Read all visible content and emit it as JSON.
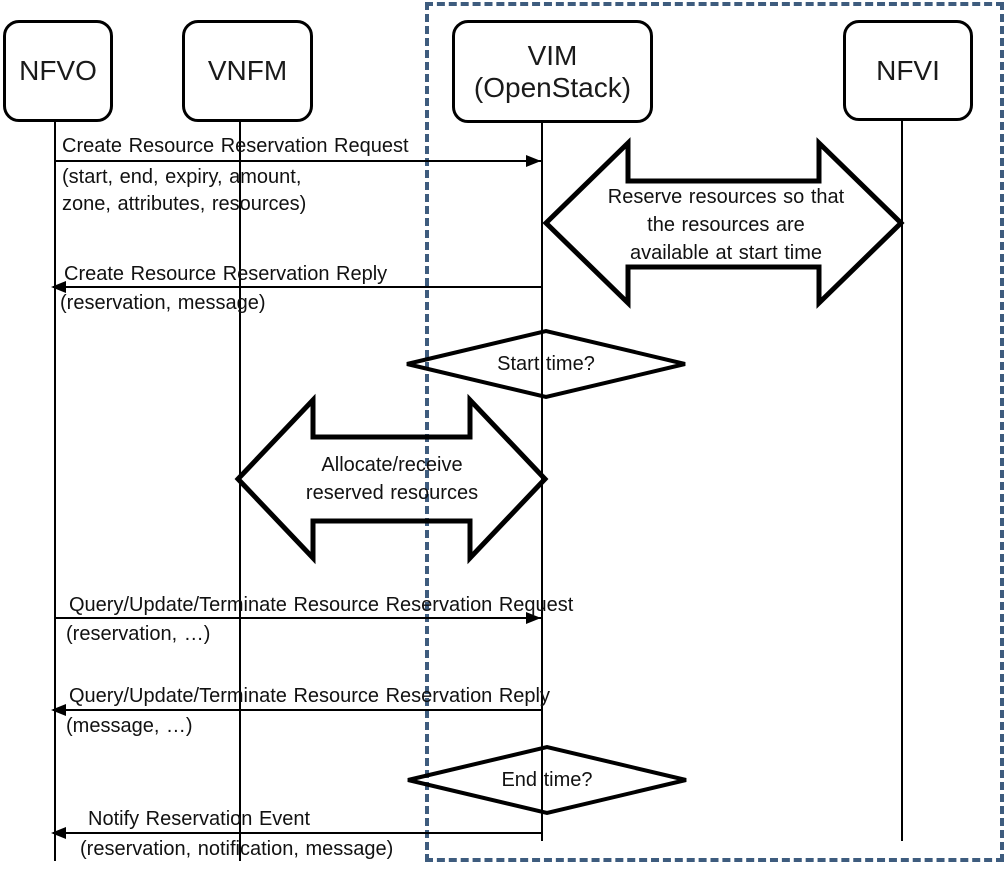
{
  "actors": [
    {
      "label": "NFVO"
    },
    {
      "label": "VNFM"
    },
    {
      "label": "VIM\n(OpenStack)"
    },
    {
      "label": "NFVI"
    }
  ],
  "messages": [
    {
      "title": "Create Resource Reservation Request",
      "params": "(start, end, expiry, amount,\nzone, attributes, resources)",
      "from": "NFVO",
      "to": "VIM",
      "direction": "right"
    },
    {
      "title": "Create Resource Reservation Reply",
      "params": "(reservation, message)",
      "from": "VIM",
      "to": "NFVO",
      "direction": "left"
    },
    {
      "title": "Query/Update/Terminate Resource Reservation Request",
      "params": "(reservation, …)",
      "from": "NFVO",
      "to": "VIM",
      "direction": "right"
    },
    {
      "title": "Query/Update/Terminate Resource Reservation Reply",
      "params": "(message, …)",
      "from": "VIM",
      "to": "NFVO",
      "direction": "left"
    },
    {
      "title": "Notify Reservation Event",
      "params": "(reservation, notification, message)",
      "from": "VIM",
      "to": "NFVO",
      "direction": "left"
    }
  ],
  "activities": [
    {
      "label": "Reserve resources so that\nthe resources are\navailable at start time",
      "between": "VIM-NFVI"
    },
    {
      "label": "Allocate/receive\nreserved resources",
      "between": "VNFM-VIM"
    }
  ],
  "decisions": [
    {
      "label": "Start time?"
    },
    {
      "label": "End time?"
    }
  ],
  "colors": {
    "scope_border": "#3e5c7e",
    "line": "#000000"
  }
}
